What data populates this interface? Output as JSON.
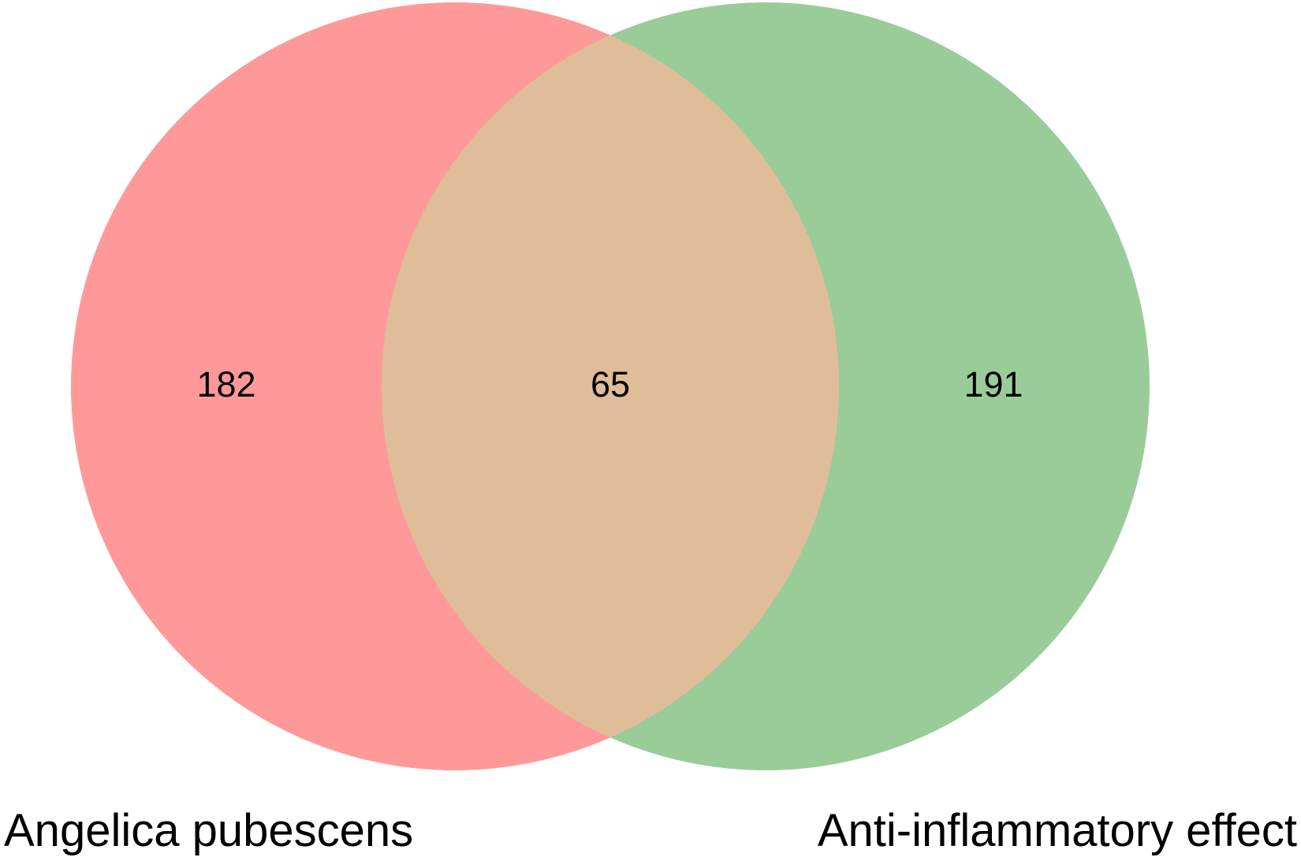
{
  "chart_data": {
    "type": "venn",
    "sets": [
      {
        "name": "Angelica pubescens",
        "color": "#FF9999",
        "unique": 182
      },
      {
        "name": "Anti-inflammatory effect",
        "color": "#99CC99",
        "unique": 191
      }
    ],
    "intersection": {
      "value": 65,
      "color": "#E0BD99"
    }
  },
  "labels": {
    "left_count": "182",
    "middle_count": "65",
    "right_count": "191",
    "left_set": "Angelica pubescens",
    "right_set": "Anti-inflammatory effect"
  }
}
